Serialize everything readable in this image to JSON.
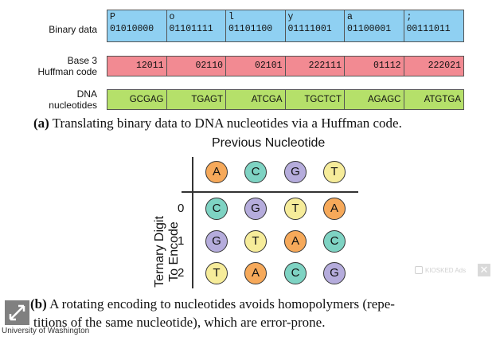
{
  "panel_a": {
    "binary_label": "Binary data",
    "huffman_label_1": "Base 3",
    "huffman_label_2": "Huffman code",
    "dna_label_1": "DNA",
    "dna_label_2": "nucleotides",
    "binary": [
      {
        "char": "P",
        "bits": "01010000"
      },
      {
        "char": "o",
        "bits": "01101111"
      },
      {
        "char": "l",
        "bits": "01101100"
      },
      {
        "char": "y",
        "bits": "01111001"
      },
      {
        "char": "a",
        "bits": "01100001"
      },
      {
        "char": ";",
        "bits": "00111011"
      }
    ],
    "huffman": [
      "12011",
      "02110",
      "02101",
      "222111",
      "01112",
      "222021"
    ],
    "dna": [
      "GCGAG",
      "TGAGT",
      "ATCGA",
      "TGCTCT",
      "AGAGC",
      "ATGTGA"
    ],
    "caption_label": "(a)",
    "caption_text": " Translating binary data to DNA nucleotides via a Huffman code."
  },
  "panel_b": {
    "top_title": "Previous Nucleotide",
    "side_title_1": "Ternary Digit",
    "side_title_2": "To Encode",
    "header": [
      "A",
      "C",
      "G",
      "T"
    ],
    "rows": [
      {
        "digit": "0",
        "cells": [
          "C",
          "G",
          "T",
          "A"
        ]
      },
      {
        "digit": "1",
        "cells": [
          "G",
          "T",
          "A",
          "C"
        ]
      },
      {
        "digit": "2",
        "cells": [
          "T",
          "A",
          "C",
          "G"
        ]
      }
    ],
    "caption_label": "(b)",
    "caption_line1": " A rotating encoding to nucleotides avoids homopolymers (repe-",
    "caption_line2": "titions of the same nucleotide), which are error-prone."
  },
  "colors": {
    "binary_bg": "#8fd0f2",
    "huffman_bg": "#f28a92",
    "dna_bg": "#b5e06a",
    "A": "#f6a95a",
    "C": "#7ed3c3",
    "G": "#b5acdc",
    "T": "#f6ec9a"
  },
  "overlay": {
    "ad_text": "KIOSKED Ads",
    "footer_text": "University of Washington"
  }
}
